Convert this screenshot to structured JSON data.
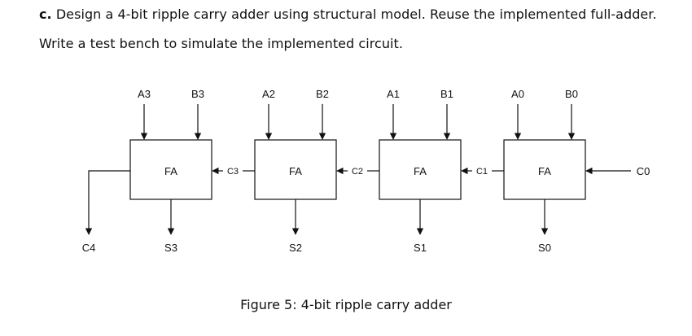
{
  "question": {
    "label": "c.",
    "line1": "Design a 4-bit ripple carry adder using structural model. Reuse the implemented full-adder.",
    "line2": "Write a test bench to simulate the implemented circuit."
  },
  "diagram": {
    "adders": [
      {
        "label": "FA",
        "a": "A3",
        "b": "B3",
        "sum": "S3"
      },
      {
        "label": "FA",
        "a": "A2",
        "b": "B2",
        "sum": "S2"
      },
      {
        "label": "FA",
        "a": "A1",
        "b": "B1",
        "sum": "S1"
      },
      {
        "label": "FA",
        "a": "A0",
        "b": "B0",
        "sum": "S0"
      }
    ],
    "carries": [
      "C3",
      "C2",
      "C1"
    ],
    "carry_in": "C0",
    "carry_out": "C4"
  },
  "caption": "Figure 5: 4-bit ripple carry adder"
}
